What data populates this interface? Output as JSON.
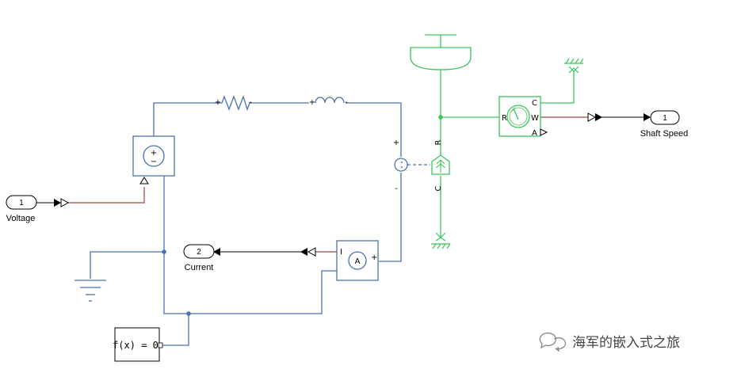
{
  "inport": {
    "number": "1",
    "label": "Voltage"
  },
  "outports": [
    {
      "number": "2",
      "label": "Current"
    },
    {
      "number": "1",
      "label": "Shaft Speed"
    }
  ],
  "source": {
    "plus": "+",
    "minus": "−"
  },
  "resistor": {
    "plus": "+",
    "minus": "-"
  },
  "inductor": {
    "plus": "+",
    "minus": "-"
  },
  "motor": {
    "plus": "+",
    "minus": "-",
    "port_r": "R",
    "port_c": "C"
  },
  "ammeter": {
    "symbol": "A",
    "port_i": "I",
    "plus": "+"
  },
  "speed_sensor": {
    "port_r": "R",
    "port_c": "C",
    "port_w": "W",
    "port_a": "A"
  },
  "solver": {
    "text": "f(x) = 0"
  },
  "watermark": {
    "text": "海军的嵌入式之旅"
  },
  "colors": {
    "electrical": "#4a72b0",
    "mechanical": "#3cc45a",
    "ps_signal": "#9a4a3c",
    "signal": "#000000"
  }
}
